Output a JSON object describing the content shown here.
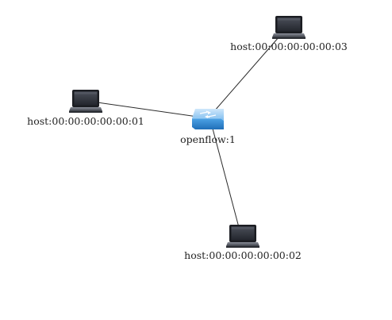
{
  "topology": {
    "switch": {
      "label": "openflow:1",
      "icon": "network-switch-icon",
      "color": "#3a8fd6"
    },
    "hosts": [
      {
        "id": "h3",
        "label": "host:00:00:00:00:00:03",
        "icon": "laptop-icon"
      },
      {
        "id": "h1",
        "label": "host:00:00:00:00:00:01",
        "icon": "laptop-icon"
      },
      {
        "id": "h2",
        "label": "host:00:00:00:00:00:02",
        "icon": "laptop-icon"
      }
    ],
    "links": [
      {
        "from": "openflow:1",
        "to": "host:00:00:00:00:00:03"
      },
      {
        "from": "openflow:1",
        "to": "host:00:00:00:00:00:01"
      },
      {
        "from": "openflow:1",
        "to": "host:00:00:00:00:00:02"
      }
    ]
  }
}
